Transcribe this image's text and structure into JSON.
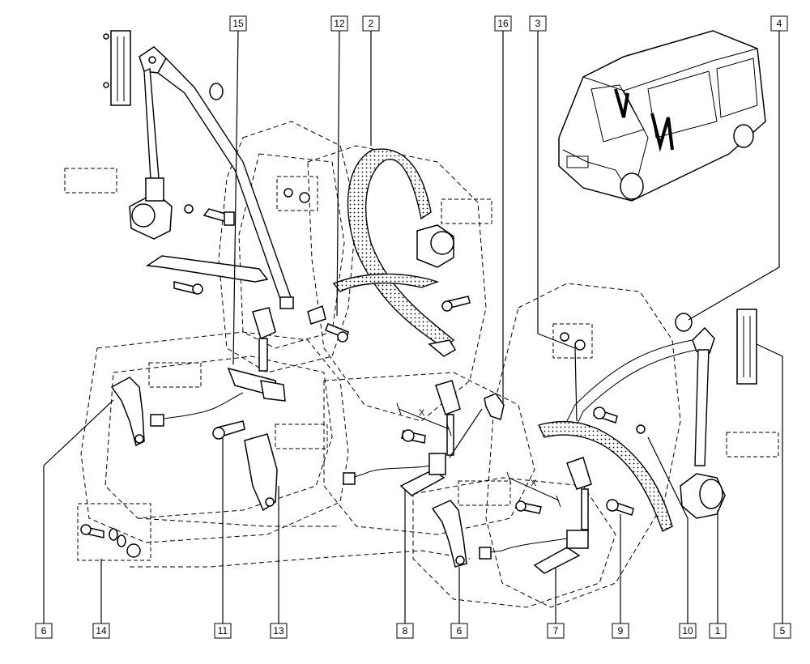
{
  "diagram": {
    "callouts": [
      {
        "id": "c15",
        "label": "15"
      },
      {
        "id": "c12",
        "label": "12"
      },
      {
        "id": "c2",
        "label": "2"
      },
      {
        "id": "c16",
        "label": "16"
      },
      {
        "id": "c3",
        "label": "3"
      },
      {
        "id": "c4",
        "label": "4"
      },
      {
        "id": "c6a",
        "label": "6"
      },
      {
        "id": "c14",
        "label": "14"
      },
      {
        "id": "c11",
        "label": "11"
      },
      {
        "id": "c13",
        "label": "13"
      },
      {
        "id": "c8",
        "label": "8"
      },
      {
        "id": "c6b",
        "label": "6"
      },
      {
        "id": "c7",
        "label": "7"
      },
      {
        "id": "c9",
        "label": "9"
      },
      {
        "id": "c10",
        "label": "10"
      },
      {
        "id": "c1",
        "label": "1"
      },
      {
        "id": "c5",
        "label": "5"
      }
    ],
    "axis_marks": [
      "X",
      "X"
    ]
  }
}
